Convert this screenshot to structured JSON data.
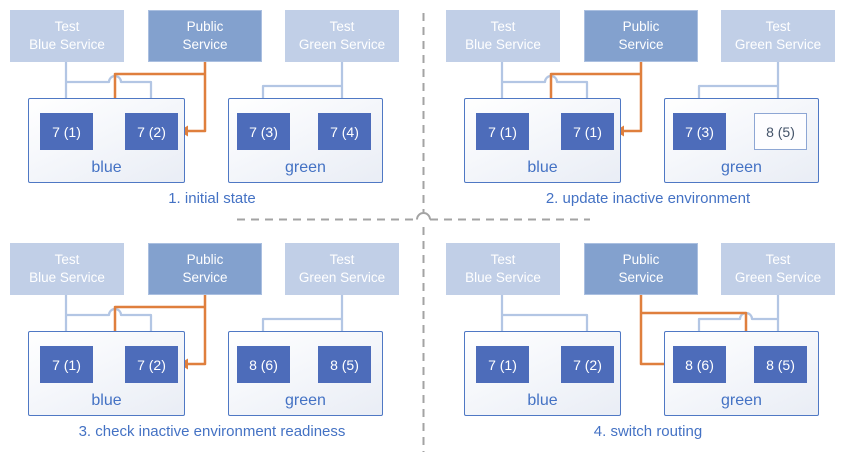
{
  "colors": {
    "service_light_fill": "#c1cfe7",
    "service_public_fill": "#83a1ce",
    "version_box_fill": "#4d6cba",
    "version_box_outlined_border": "#8da6d4",
    "version_box_outlined_text": "#44546a",
    "env_border": "#4f78c4",
    "test_route_arrow": "#b3c6e4",
    "public_route_arrow": "#df7f3d",
    "caption_text": "#4472c4",
    "divider_gray": "#a3a3a3"
  },
  "service_labels": {
    "test_blue": [
      "Test",
      "Blue Service"
    ],
    "public": [
      "Public",
      "Service"
    ],
    "test_green": [
      "Test",
      "Green Service"
    ]
  },
  "panels": [
    {
      "caption": "1. initial state",
      "public_route": "blue",
      "blue_env": {
        "label": "blue",
        "boxes": [
          {
            "text": "7 (1)",
            "style": "filled"
          },
          {
            "text": "7 (2)",
            "style": "filled"
          }
        ]
      },
      "green_env": {
        "label": "green",
        "boxes": [
          {
            "text": "7 (3)",
            "style": "filled"
          },
          {
            "text": "7 (4)",
            "style": "filled"
          }
        ]
      }
    },
    {
      "caption": "2. update inactive environment",
      "public_route": "blue",
      "blue_env": {
        "label": "blue",
        "boxes": [
          {
            "text": "7 (1)",
            "style": "filled"
          },
          {
            "text": "7 (1)",
            "style": "filled"
          }
        ]
      },
      "green_env": {
        "label": "green",
        "boxes": [
          {
            "text": "7 (3)",
            "style": "filled"
          },
          {
            "text": "8 (5)",
            "style": "outlined"
          }
        ]
      }
    },
    {
      "caption": "3. check inactive environment readiness",
      "public_route": "blue",
      "blue_env": {
        "label": "blue",
        "boxes": [
          {
            "text": "7 (1)",
            "style": "filled"
          },
          {
            "text": "7 (2)",
            "style": "filled"
          }
        ]
      },
      "green_env": {
        "label": "green",
        "boxes": [
          {
            "text": "8 (6)",
            "style": "filled"
          },
          {
            "text": "8 (5)",
            "style": "filled"
          }
        ]
      }
    },
    {
      "caption": "4. switch routing",
      "public_route": "green",
      "blue_env": {
        "label": "blue",
        "boxes": [
          {
            "text": "7 (1)",
            "style": "filled"
          },
          {
            "text": "7 (2)",
            "style": "filled"
          }
        ]
      },
      "green_env": {
        "label": "green",
        "boxes": [
          {
            "text": "8 (6)",
            "style": "filled"
          },
          {
            "text": "8 (5)",
            "style": "filled"
          }
        ]
      }
    }
  ]
}
